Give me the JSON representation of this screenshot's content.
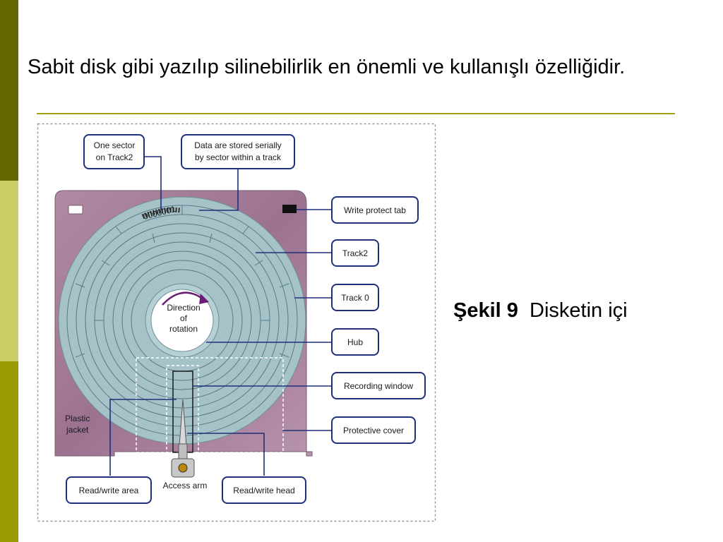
{
  "text": {
    "paragraph": "Sabit disk gibi yazılıp silinebilirlik en önemli ve kullanışlı özelliğidir.",
    "caption_bold": "Şekil 9",
    "caption_text": "Disketin içi"
  },
  "diagram": {
    "labels": {
      "one_sector": [
        "One sector",
        "on Track2"
      ],
      "data_stored": [
        "Data are stored serially",
        "by sector within a track"
      ],
      "write_protect": "Write protect tab",
      "track2": "Track2",
      "track0": "Track 0",
      "hub": "Hub",
      "recording_window": "Recording window",
      "protective_cover": "Protective cover",
      "read_write_area": "Read/write area",
      "read_write_head": "Read/write head",
      "access_arm": "Access arm",
      "plastic_jacket": [
        "Plastic",
        "jacket"
      ],
      "direction": [
        "Direction",
        "of",
        "rotation"
      ],
      "sector_bits": "0000001"
    },
    "colors": {
      "sidebar_dark": "#666600",
      "sidebar_light": "#cccc66",
      "sidebar_mid": "#999900",
      "rule": "#a3a310",
      "jacket": "#a57e99",
      "disk": "#9fbec4",
      "leader_line": "#1f2f7a",
      "rotation_arrow": "#6a1e73"
    }
  }
}
